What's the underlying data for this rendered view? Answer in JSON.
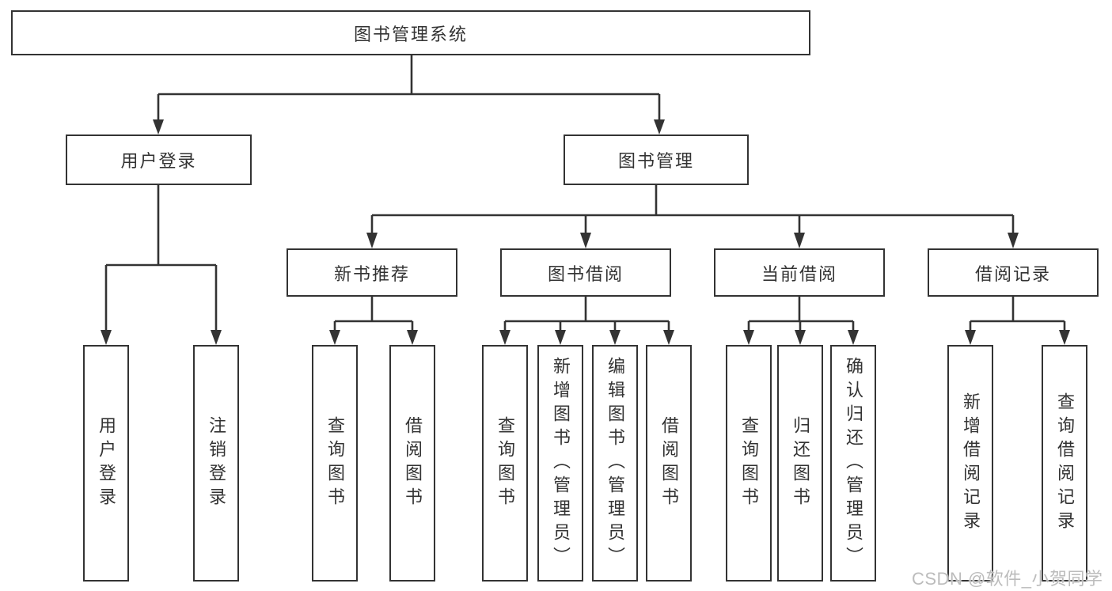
{
  "diagram": {
    "type": "tree",
    "colors": {
      "line": "#333333",
      "box_border": "#333333",
      "text": "#333333",
      "background": "#ffffff",
      "watermark": "#bcbcbc"
    },
    "nodes": {
      "root": {
        "label": "图书管理系统"
      },
      "level1": [
        {
          "label": "用户登录",
          "parent": "图书管理系统"
        },
        {
          "label": "图书管理",
          "parent": "图书管理系统"
        }
      ],
      "level2": [
        {
          "label": "新书推荐",
          "parent": "图书管理"
        },
        {
          "label": "图书借阅",
          "parent": "图书管理"
        },
        {
          "label": "当前借阅",
          "parent": "图书管理"
        },
        {
          "label": "借阅记录",
          "parent": "图书管理"
        }
      ],
      "leaves": [
        {
          "label": "用户登录",
          "parent": "用户登录"
        },
        {
          "label": "注销登录",
          "parent": "用户登录"
        },
        {
          "label": "查询图书",
          "parent": "新书推荐"
        },
        {
          "label": "借阅图书",
          "parent": "新书推荐"
        },
        {
          "label": "查询图书",
          "parent": "图书借阅"
        },
        {
          "label": "新增图书（管理员）",
          "parent": "图书借阅"
        },
        {
          "label": "编辑图书（管理员）",
          "parent": "图书借阅"
        },
        {
          "label": "借阅图书",
          "parent": "图书借阅"
        },
        {
          "label": "查询图书",
          "parent": "当前借阅"
        },
        {
          "label": "归还图书",
          "parent": "当前借阅"
        },
        {
          "label": "确认归还（管理员）",
          "parent": "当前借阅"
        },
        {
          "label": "新增借阅记录",
          "parent": "借阅记录"
        },
        {
          "label": "查询借阅记录",
          "parent": "借阅记录"
        }
      ]
    }
  },
  "watermark": {
    "text": "CSDN @软件_小贺同学"
  }
}
